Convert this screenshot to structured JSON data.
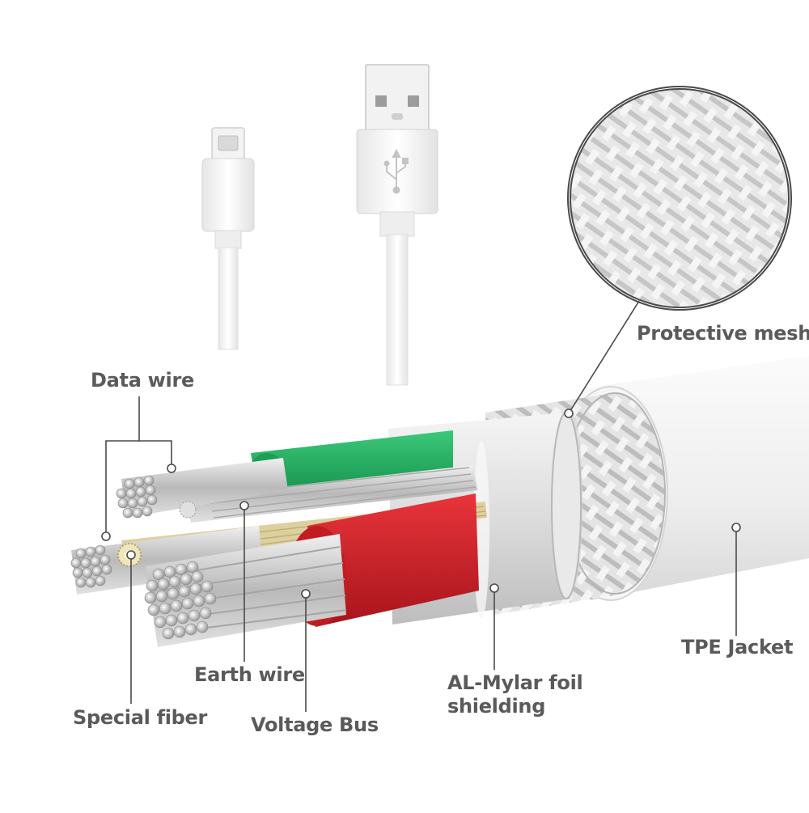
{
  "labels": {
    "protective_mesh": "Protective mesh",
    "data_wire": "Data wire",
    "tpe_jacket": "TPE Jacket",
    "al_mylar_line1": "AL-Mylar foil",
    "al_mylar_line2": "shielding",
    "earth_wire": "Earth wire",
    "special_fiber": "Special fiber",
    "voltage_bus": "Voltage Bus"
  },
  "colors": {
    "label_text": "#5a5a5a",
    "leader_line": "#4a4a4a",
    "green_insulation": "#1fae5f",
    "red_insulation": "#d8232a",
    "jacket_white": "#f4f4f4",
    "wire_silver": "#c9c9c9",
    "fiber_gold": "#e3d6a2"
  },
  "icons": {
    "usb_symbol": "usb-icon"
  }
}
